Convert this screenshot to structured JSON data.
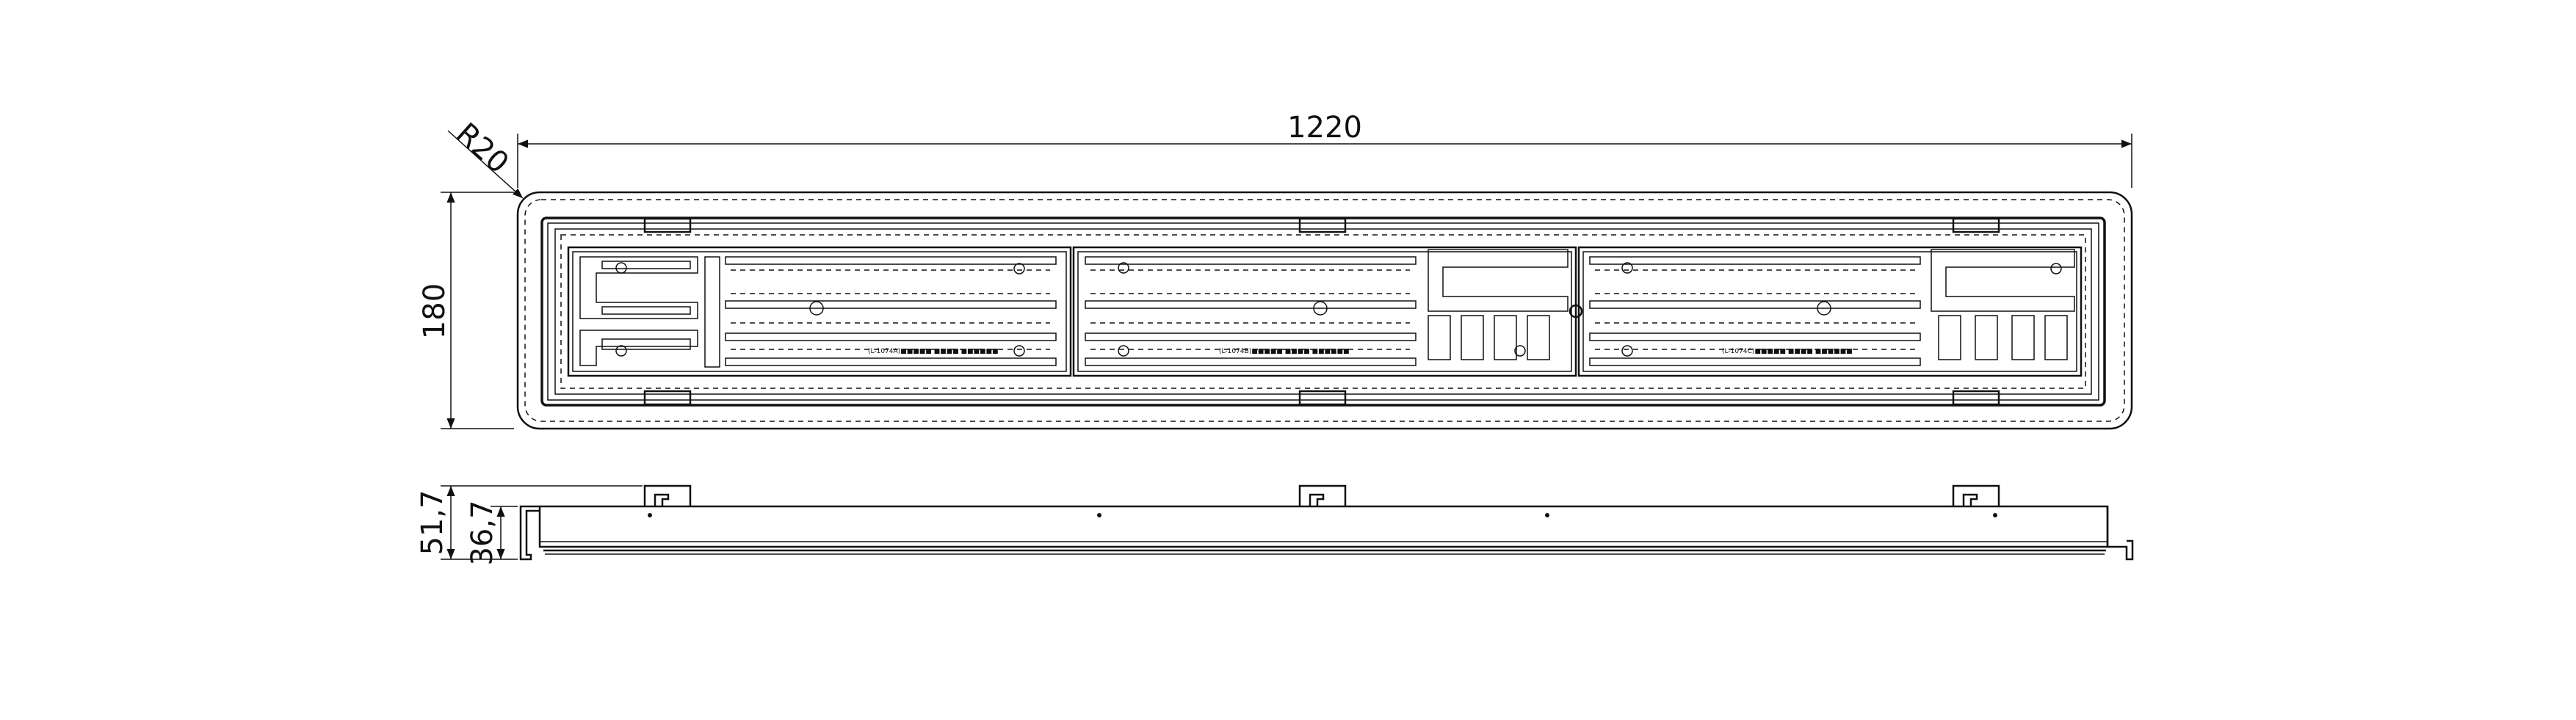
{
  "drawing": {
    "top_view": {
      "width_dimension": "1220",
      "height_dimension": "180",
      "corner_radius_label": "R20",
      "module_labels": [
        "(L-1074A)■■■■■ ■■■■ ■■■■■■",
        "(L-1074B)■■■■■ ■■■■ ■■■■■■",
        "(L-1074C)■■■■■ ■■■■ ■■■■■■"
      ]
    },
    "side_view": {
      "total_height_dimension": "51,7",
      "body_height_dimension": "36,7"
    },
    "line_color": "#111111"
  }
}
